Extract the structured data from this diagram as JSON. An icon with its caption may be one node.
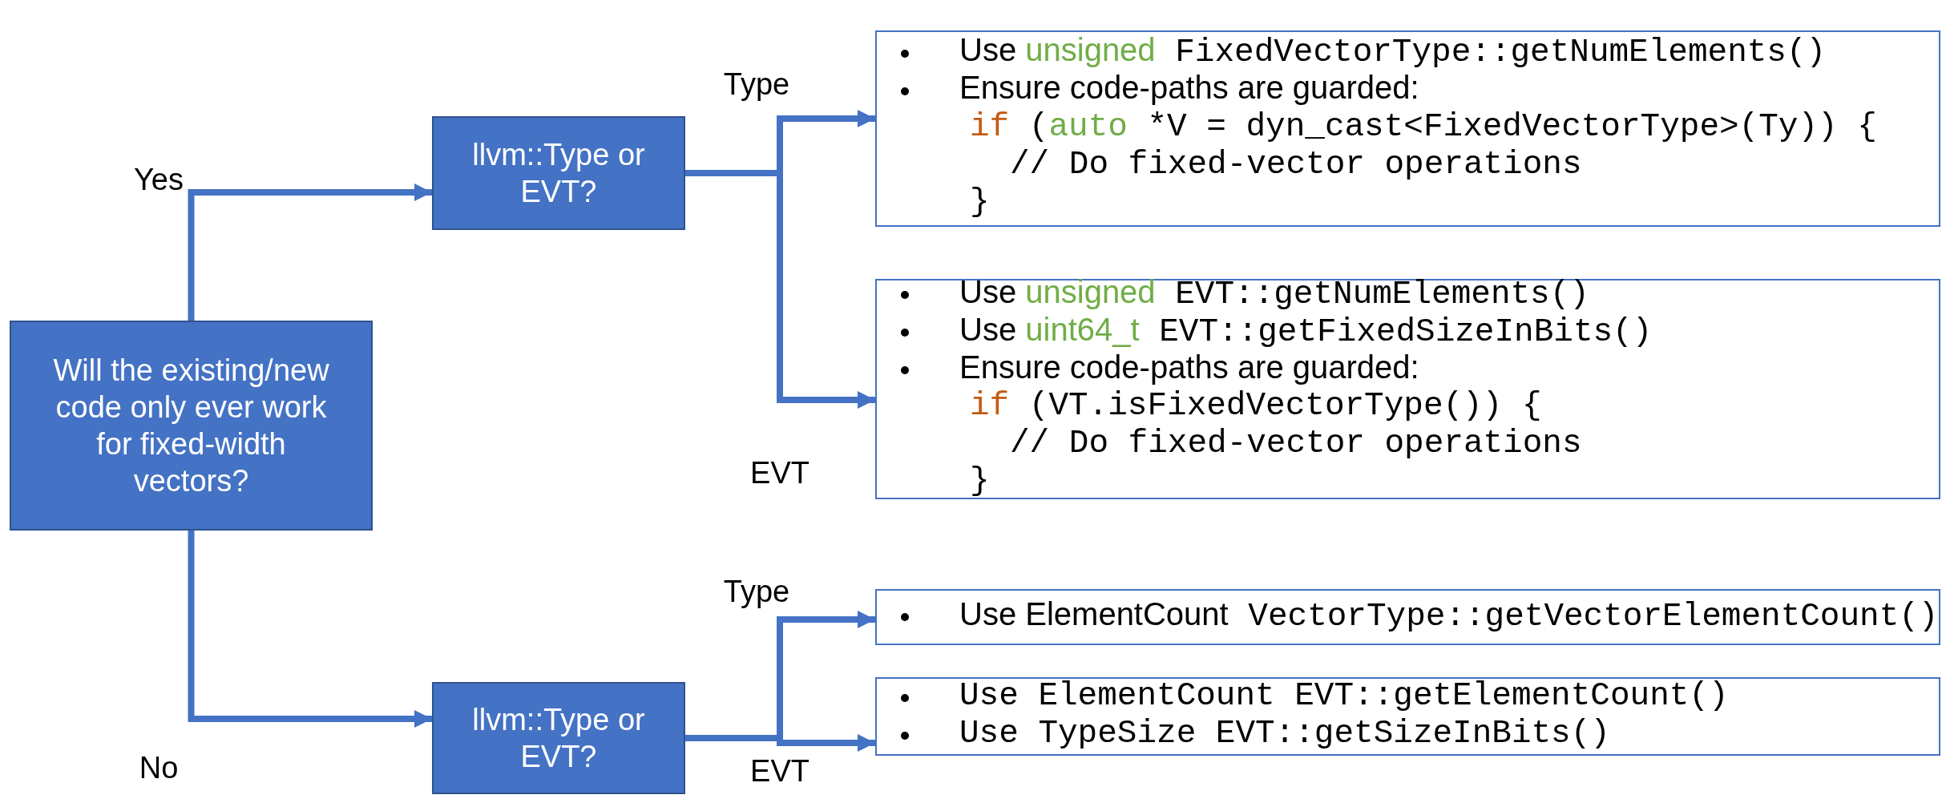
{
  "diagram": {
    "nodes": [
      {
        "text": [
          "Will the existing/new code only ever work for fixed-width vectors?"
        ]
      },
      {
        "text": [
          "llvm::Type or EVT?"
        ]
      },
      {
        "text": [
          "llvm::Type or EVT?"
        ]
      },
      {
        "text": [
          "Use unsigned FixedVectorType::getNumElements()",
          "Ensure code-paths are guarded:",
          "if (auto *V = dyn_cast<FixedVectorType>(Ty)) {",
          "// Do fixed-vector operations",
          "}"
        ]
      },
      {
        "text": [
          "Use unsigned EVT::getNumElements()",
          "Use uint64_t EVT::getFixedSizeInBits()",
          "Ensure code-paths are guarded:",
          "if (VT.isFixedVectorType()) {",
          "// Do fixed-vector operations",
          "}"
        ]
      },
      {
        "text": [
          "Use ElementCount VectorType::getVectorElementCount()"
        ]
      },
      {
        "text": [
          "Use ElementCount EVT::getElementCount()",
          "Use TypeSize EVT::getSizeInBits()"
        ]
      }
    ],
    "edges": [
      {
        "from": 0,
        "to": 1,
        "arrow": "to",
        "label": "Yes"
      },
      {
        "from": 1,
        "to": 3,
        "arrow": "to",
        "label": "Type"
      },
      {
        "from": 1,
        "to": 4,
        "arrow": "to",
        "label": "EVT"
      },
      {
        "from": 0,
        "to": 2,
        "arrow": "to",
        "label": "No"
      },
      {
        "from": 2,
        "to": 5,
        "arrow": "to",
        "label": "Type"
      },
      {
        "from": 2,
        "to": 6,
        "arrow": "to",
        "label": "EVT"
      }
    ]
  }
}
